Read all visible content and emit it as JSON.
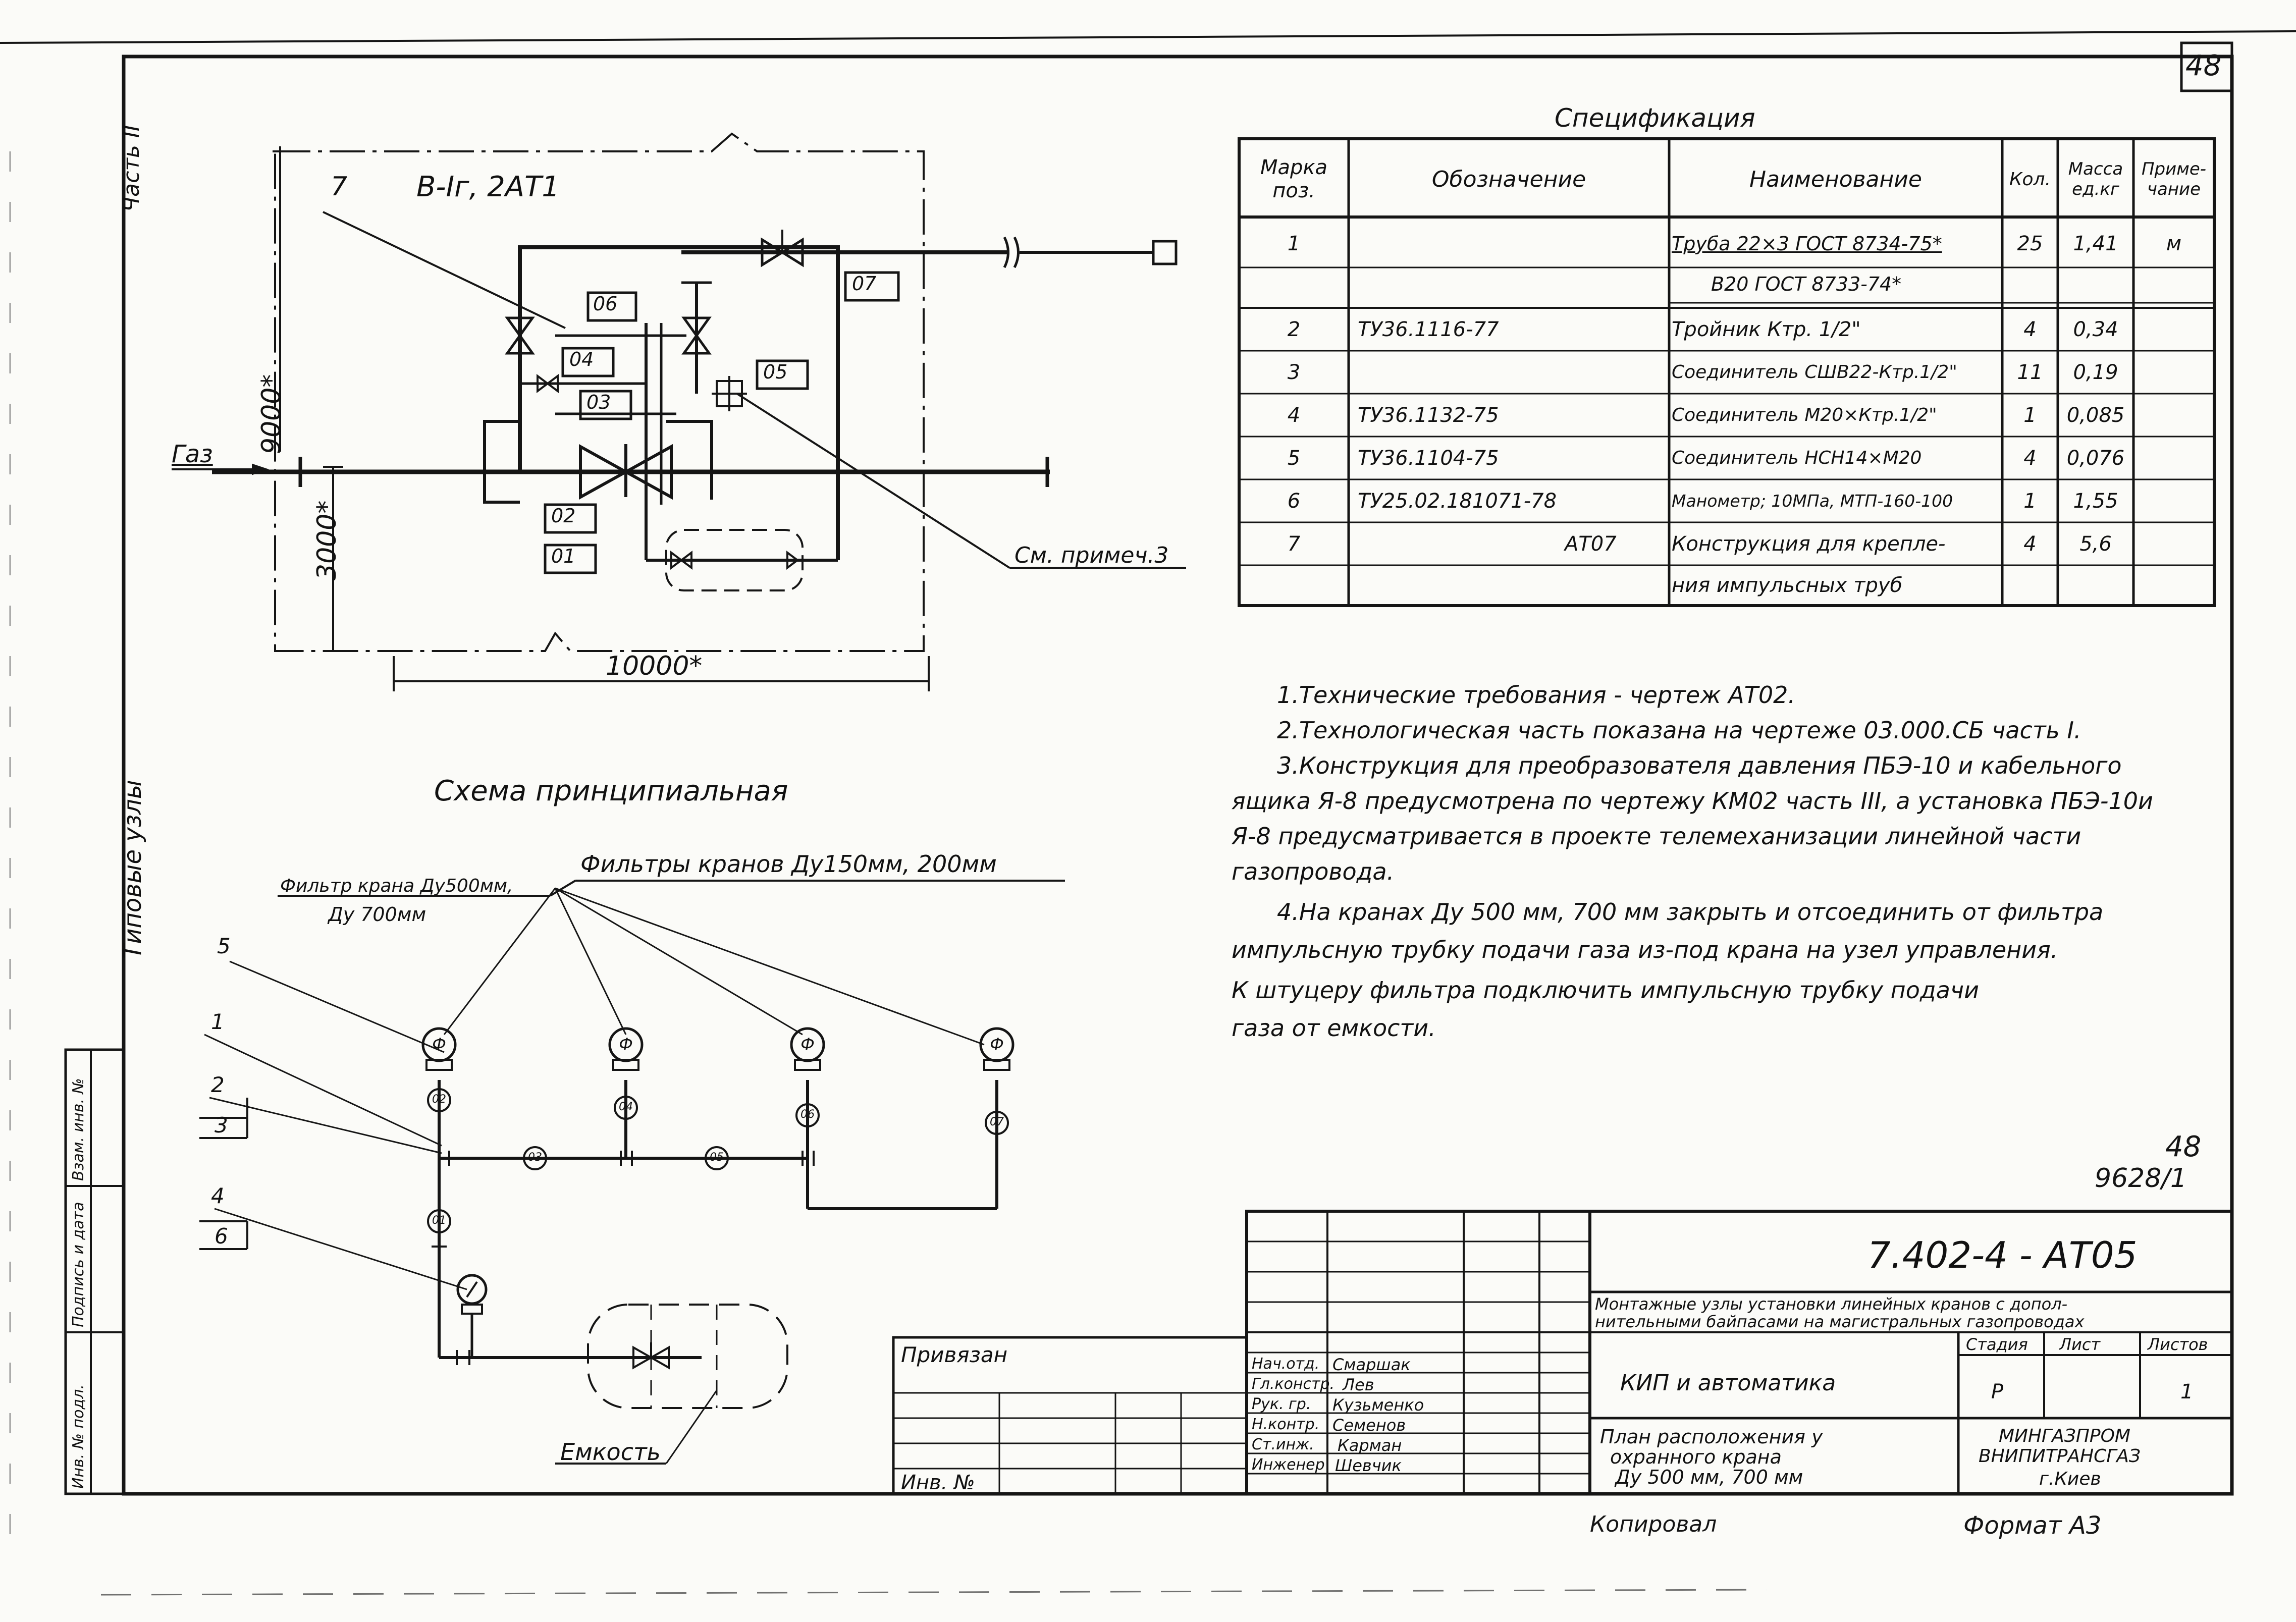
{
  "sheet": {
    "page_number": "48",
    "bottom_number": "48",
    "doc_code": "9628/1",
    "side_part": "Часть II",
    "side_typical": "Типовые узлы",
    "side_stamp": [
      "Инв. № подл.",
      "Подпись и дата",
      "Взам. инв. №"
    ]
  },
  "plan": {
    "label_zone": "В-Iг, 2АТ1",
    "label_gas": "Газ",
    "dim_9000": "9000*",
    "dim_3000": "3000*",
    "dim_10000": "10000*",
    "see_note": "См. примеч.3",
    "pos_7": "7",
    "tags": [
      "01",
      "02",
      "03",
      "04",
      "05",
      "06",
      "07"
    ]
  },
  "spec": {
    "title": "Спецификация",
    "headers": [
      "Марка поз.",
      "Обозначение",
      "Наименование",
      "Кол.",
      "Масса ед.кг",
      "Примечание"
    ],
    "header_lines": {
      "mark": [
        "Марка",
        "поз."
      ],
      "mass": [
        "Масса",
        "ед.кг"
      ],
      "note": [
        "Приме-",
        "чание"
      ]
    },
    "rows": [
      {
        "mark": "1",
        "designation": "",
        "name": "Труба 22×3 ГОСТ 8734-75*",
        "qty": "25",
        "mass": "1,41",
        "note": "м"
      },
      {
        "mark": "",
        "designation": "",
        "name": "В20 ГОСТ 8733-74*",
        "qty": "",
        "mass": "",
        "note": ""
      },
      {
        "mark": "2",
        "designation": "ТУ36.1116-77",
        "name": "Тройник  Ктр. 1/2\"",
        "qty": "4",
        "mass": "0,34",
        "note": ""
      },
      {
        "mark": "3",
        "designation": "",
        "name": "Соединитель СШВ22-Ктр.1/2\"",
        "qty": "11",
        "mass": "0,19",
        "note": ""
      },
      {
        "mark": "4",
        "designation": "ТУ36.1132-75",
        "name": "Соединитель М20×Ктр.1/2\"",
        "qty": "1",
        "mass": "0,085",
        "note": ""
      },
      {
        "mark": "5",
        "designation": "ТУ36.1104-75",
        "name": "Соединитель НСН14×М20",
        "qty": "4",
        "mass": "0,076",
        "note": ""
      },
      {
        "mark": "6",
        "designation": "ТУ25.02.181071-78",
        "name": "Манометр; 10МПа, МТП-160-100",
        "qty": "1",
        "mass": "1,55",
        "note": ""
      },
      {
        "mark": "7",
        "designation": "АТ07",
        "name": "Конструкция для крепле-",
        "qty": "4",
        "mass": "5,6",
        "note": ""
      },
      {
        "mark": "",
        "designation": "",
        "name": "ния импульсных труб",
        "qty": "",
        "mass": "",
        "note": ""
      }
    ]
  },
  "notes": [
    "1.Технические требования - чертеж  АТ02.",
    "2.Технологическая часть показана на чертеже 03.000.СБ часть I.",
    "3.Конструкция  для  преобразователя давления ПБЭ-10 и кабельного",
    "ящика  Я-8 предусмотрена по чертежу КМ02 часть III, а установка ПБЭ-10и",
    "Я-8 предусматривается в проекте  телемеханизации  линейной  части",
    "газопровода.",
    "4.На кранах  Ду 500 мм, 700 мм  закрыть и отсоединить от фильтра",
    "импульсную трубку  подачи  газа из-под крана  на  узел управления.",
    "К  штуцеру фильтра  подключить импульсную  трубку  подачи",
    "газа  от  емкости."
  ],
  "scheme": {
    "title": "Схема  принципиальная",
    "filter_big": "Фильтры  кранов  Ду150мм, 200мм",
    "filter_small_1": "Фильтр крана Ду500мм,",
    "filter_small_2": "Ду 700мм",
    "tank": "Емкость",
    "filter_symbol": "Ф",
    "positions": [
      "5",
      "1",
      "2",
      "3",
      "4",
      "6"
    ],
    "circle_tags": [
      "02",
      "04",
      "06",
      "07",
      "03",
      "05",
      "01"
    ]
  },
  "titleblock": {
    "code": "7.402-4  -  АТ05",
    "title_line1": "Монтажные узлы установки линейных кранов с допол-",
    "title_line2": "нительными байпасами на магистральных газопроводах",
    "section": "КИП и автоматика",
    "plan_line1": "План расположения  у",
    "plan_line2": "охранного   крана",
    "plan_line3": "Ду 500 мм,  700 мм",
    "stage_h": "Стадия",
    "sheet_h": "Лист",
    "sheets_h": "Листов",
    "stage": "Р",
    "sheets": "1",
    "org1": "МИНГАЗПРОМ",
    "org2": "ВНИПИТРАНСГАЗ",
    "org3": "г.Киев",
    "bound": "Привязан",
    "inv": "Инв. №",
    "roles": [
      "Нач.отд.",
      "Гл.констр.",
      "Рук. гр.",
      "Н.контр.",
      "Ст.инж.",
      "Инженер"
    ],
    "names": [
      "Смаршак",
      "Лев",
      "Кузьменко",
      "Семенов",
      "Карман",
      "Шевчик"
    ],
    "copied": "Копировал",
    "format": "Формат А3"
  }
}
